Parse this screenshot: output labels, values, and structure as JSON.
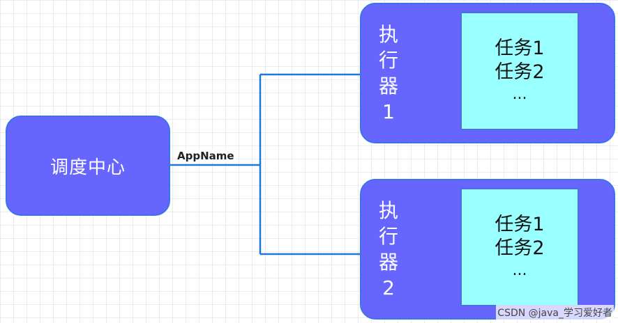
{
  "diagram": {
    "center": {
      "label": "调度中心"
    },
    "edge": {
      "label": "AppName"
    },
    "executors": [
      {
        "title": [
          "执",
          "行",
          "器",
          "1"
        ],
        "tasks": [
          "任务1",
          "任务2"
        ],
        "more": "..."
      },
      {
        "title": [
          "执",
          "行",
          "器",
          "2"
        ],
        "tasks": [
          "任务1",
          "任务2"
        ],
        "more": "..."
      }
    ]
  },
  "watermark": "CSDN @java_学习爱好者",
  "colors": {
    "node_fill": "#6666ff",
    "node_border": "#3a73e8",
    "task_fill": "#99ffff",
    "connector": "#1e78d6",
    "node_text": "#ffffff"
  }
}
